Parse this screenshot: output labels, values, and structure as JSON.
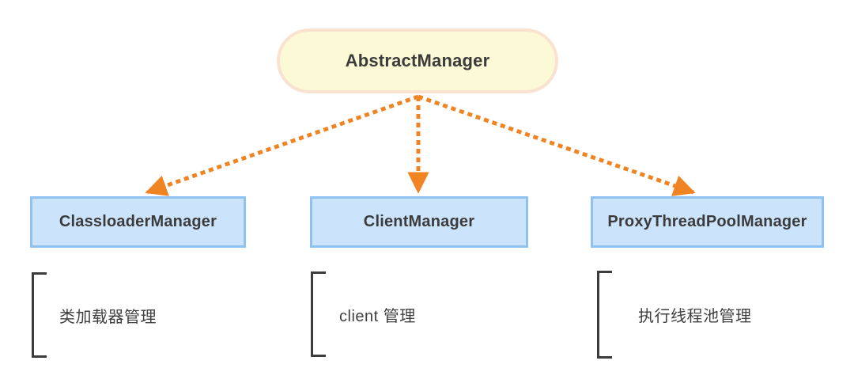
{
  "root": {
    "label": "AbstractManager"
  },
  "children": [
    {
      "label": "ClassloaderManager",
      "note": "类加载器管理"
    },
    {
      "label": "ClientManager",
      "note": "client 管理"
    },
    {
      "label": "ProxyThreadPoolManager",
      "note": "执行线程池管理"
    }
  ],
  "colors": {
    "background": "#FFFFFF",
    "root_fill": "#FBF9D6",
    "root_border": "#F9E2D0",
    "child_fill": "#CCE4FB",
    "child_border": "#8FC2F1",
    "arrow": "#F08322",
    "text_dark": "#3B3B3B",
    "note_text": "#3F3F3F",
    "bracket": "#3C3C3C"
  }
}
